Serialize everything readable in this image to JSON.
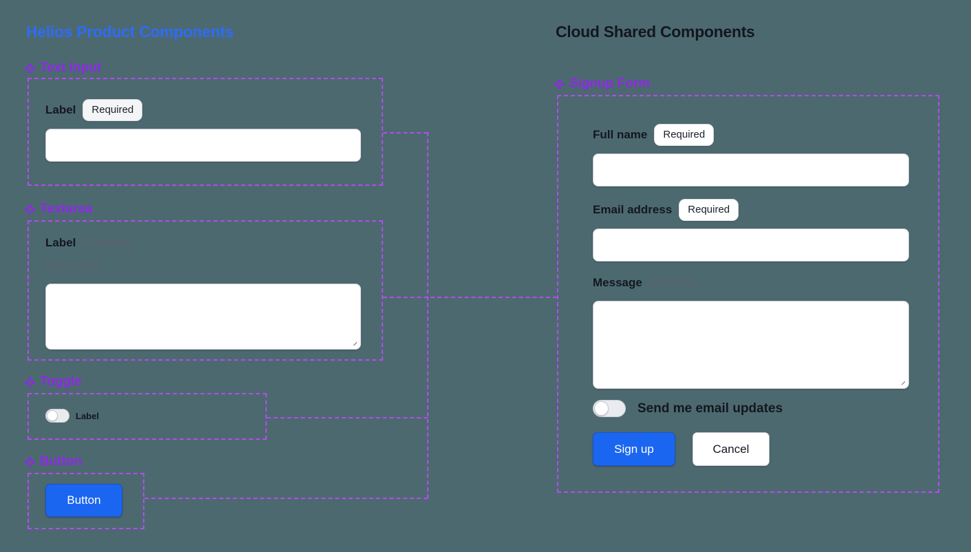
{
  "colors": {
    "background": "#4d6970",
    "helios_title": "#2e6cf3",
    "cloud_title": "#13171f",
    "component_label_purple": "#8d2ae6",
    "dashed_outline_purple": "#b44bf2",
    "primary_button_blue": "#1b66f0",
    "text_dark": "#13171f",
    "text_muted": "#5d636e"
  },
  "left_panel": {
    "title": "Helios Product Components",
    "text_input": {
      "component_name": "Text Input",
      "label": "Label",
      "badge": "Required",
      "value": ""
    },
    "textarea": {
      "component_name": "Textarea",
      "label": "Label",
      "optional_suffix": "(Optional)",
      "helper_text": "Helper text",
      "value": ""
    },
    "toggle": {
      "component_name": "Toggle",
      "label": "Label",
      "state": "off"
    },
    "button": {
      "component_name": "Button",
      "label": "Button"
    }
  },
  "right_panel": {
    "title": "Cloud Shared Components",
    "signup_form": {
      "component_name": "Signup Form",
      "full_name": {
        "label": "Full name",
        "badge": "Required",
        "value": ""
      },
      "email": {
        "label": "Email address",
        "badge": "Required",
        "value": ""
      },
      "message": {
        "label": "Message",
        "optional_suffix": "(Optional)",
        "value": ""
      },
      "updates_toggle": {
        "label": "Send me email updates",
        "state": "off"
      },
      "primary_button": "Sign up",
      "secondary_button": "Cancel"
    }
  }
}
